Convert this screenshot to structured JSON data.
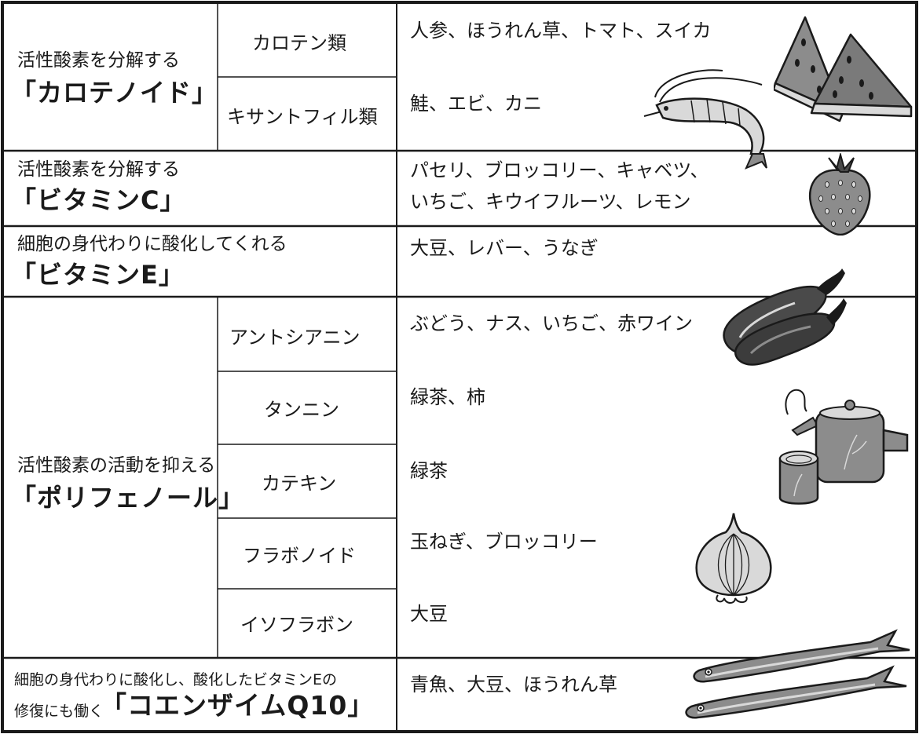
{
  "rows": [
    {
      "category": {
        "description": "活性酸素を分解する",
        "name": "「カロテノイド」"
      },
      "subtypes": [
        {
          "name": "カロテン類",
          "foods": "人参、ほうれん草、トマト、スイカ"
        },
        {
          "name": "キサントフィル類",
          "foods": "鮭、エビ、カニ"
        }
      ]
    },
    {
      "category": {
        "description": "活性酸素を分解する",
        "name": "「ビタミンC」"
      },
      "foods_lines": [
        "パセリ、ブロッコリー、キャベツ、",
        "いちご、キウイフルーツ、レモン"
      ]
    },
    {
      "category": {
        "description": "細胞の身代わりに酸化してくれる",
        "name": "「ビタミンE」"
      },
      "foods": "大豆、レバー、うなぎ"
    },
    {
      "category": {
        "description": "活性酸素の活動を抑える",
        "name": "「ポリフェノール」"
      },
      "subtypes": [
        {
          "name": "アントシアニン",
          "foods": "ぶどう、ナス、いちご、赤ワイン"
        },
        {
          "name": "タンニン",
          "foods": "緑茶、柿"
        },
        {
          "name": "カテキン",
          "foods": "緑茶"
        },
        {
          "name": "フラボノイド",
          "foods": "玉ねぎ、ブロッコリー"
        },
        {
          "name": "イソフラボン",
          "foods": "大豆"
        }
      ]
    },
    {
      "category": {
        "description_line1": "細胞の身代わりに酸化し、酸化したビタミンEの",
        "description_line2": "修復にも働く",
        "name": "「コエンザイムQ10」"
      },
      "foods": "青魚、大豆、ほうれん草"
    }
  ],
  "colors": {
    "line": "#1a1a1a",
    "text": "#1a1a1a",
    "illustration_fill": "#8c8c8c",
    "illustration_dark": "#4a4a4a",
    "illustration_light": "#d9d9d9"
  }
}
